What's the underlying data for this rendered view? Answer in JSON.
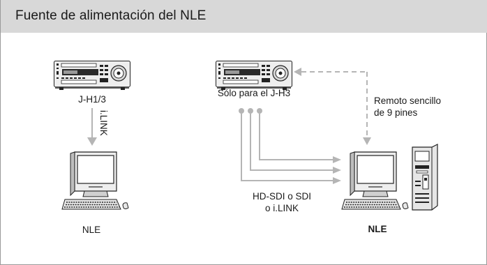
{
  "title": "Fuente de alimentación del NLE",
  "labels": {
    "left_deck": "J-H1/3",
    "right_deck": "Sólo para el J-H3",
    "ilink": "i.LINK",
    "remote_line1": "Remoto sencillo",
    "remote_line2": "de 9 pines",
    "sdi_line1": "HD-SDI o SDI",
    "sdi_line2": "o i.LINK",
    "left_nle": "NLE",
    "right_nle": "NLE"
  }
}
